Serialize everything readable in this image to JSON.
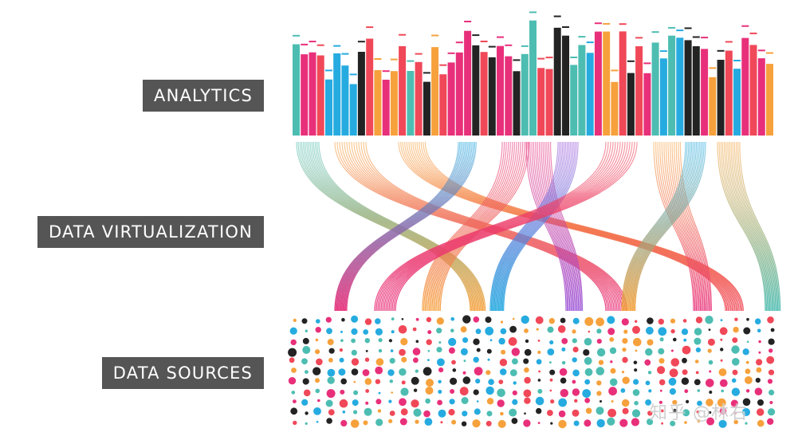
{
  "layers": {
    "analytics": "ANALYTICS",
    "virtualization": "DATA VIRTUALIZATION",
    "sources": "DATA SOURCES"
  },
  "watermark": "知乎 @林右",
  "colors": {
    "teal": "#4dbdb2",
    "pink": "#e8307a",
    "orange": "#f6a13c",
    "blue": "#26abe0",
    "dark": "#232323",
    "red": "#f04858",
    "purple": "#9b55d8",
    "label_bg": "#555555",
    "label_text": "#ffffff"
  }
}
